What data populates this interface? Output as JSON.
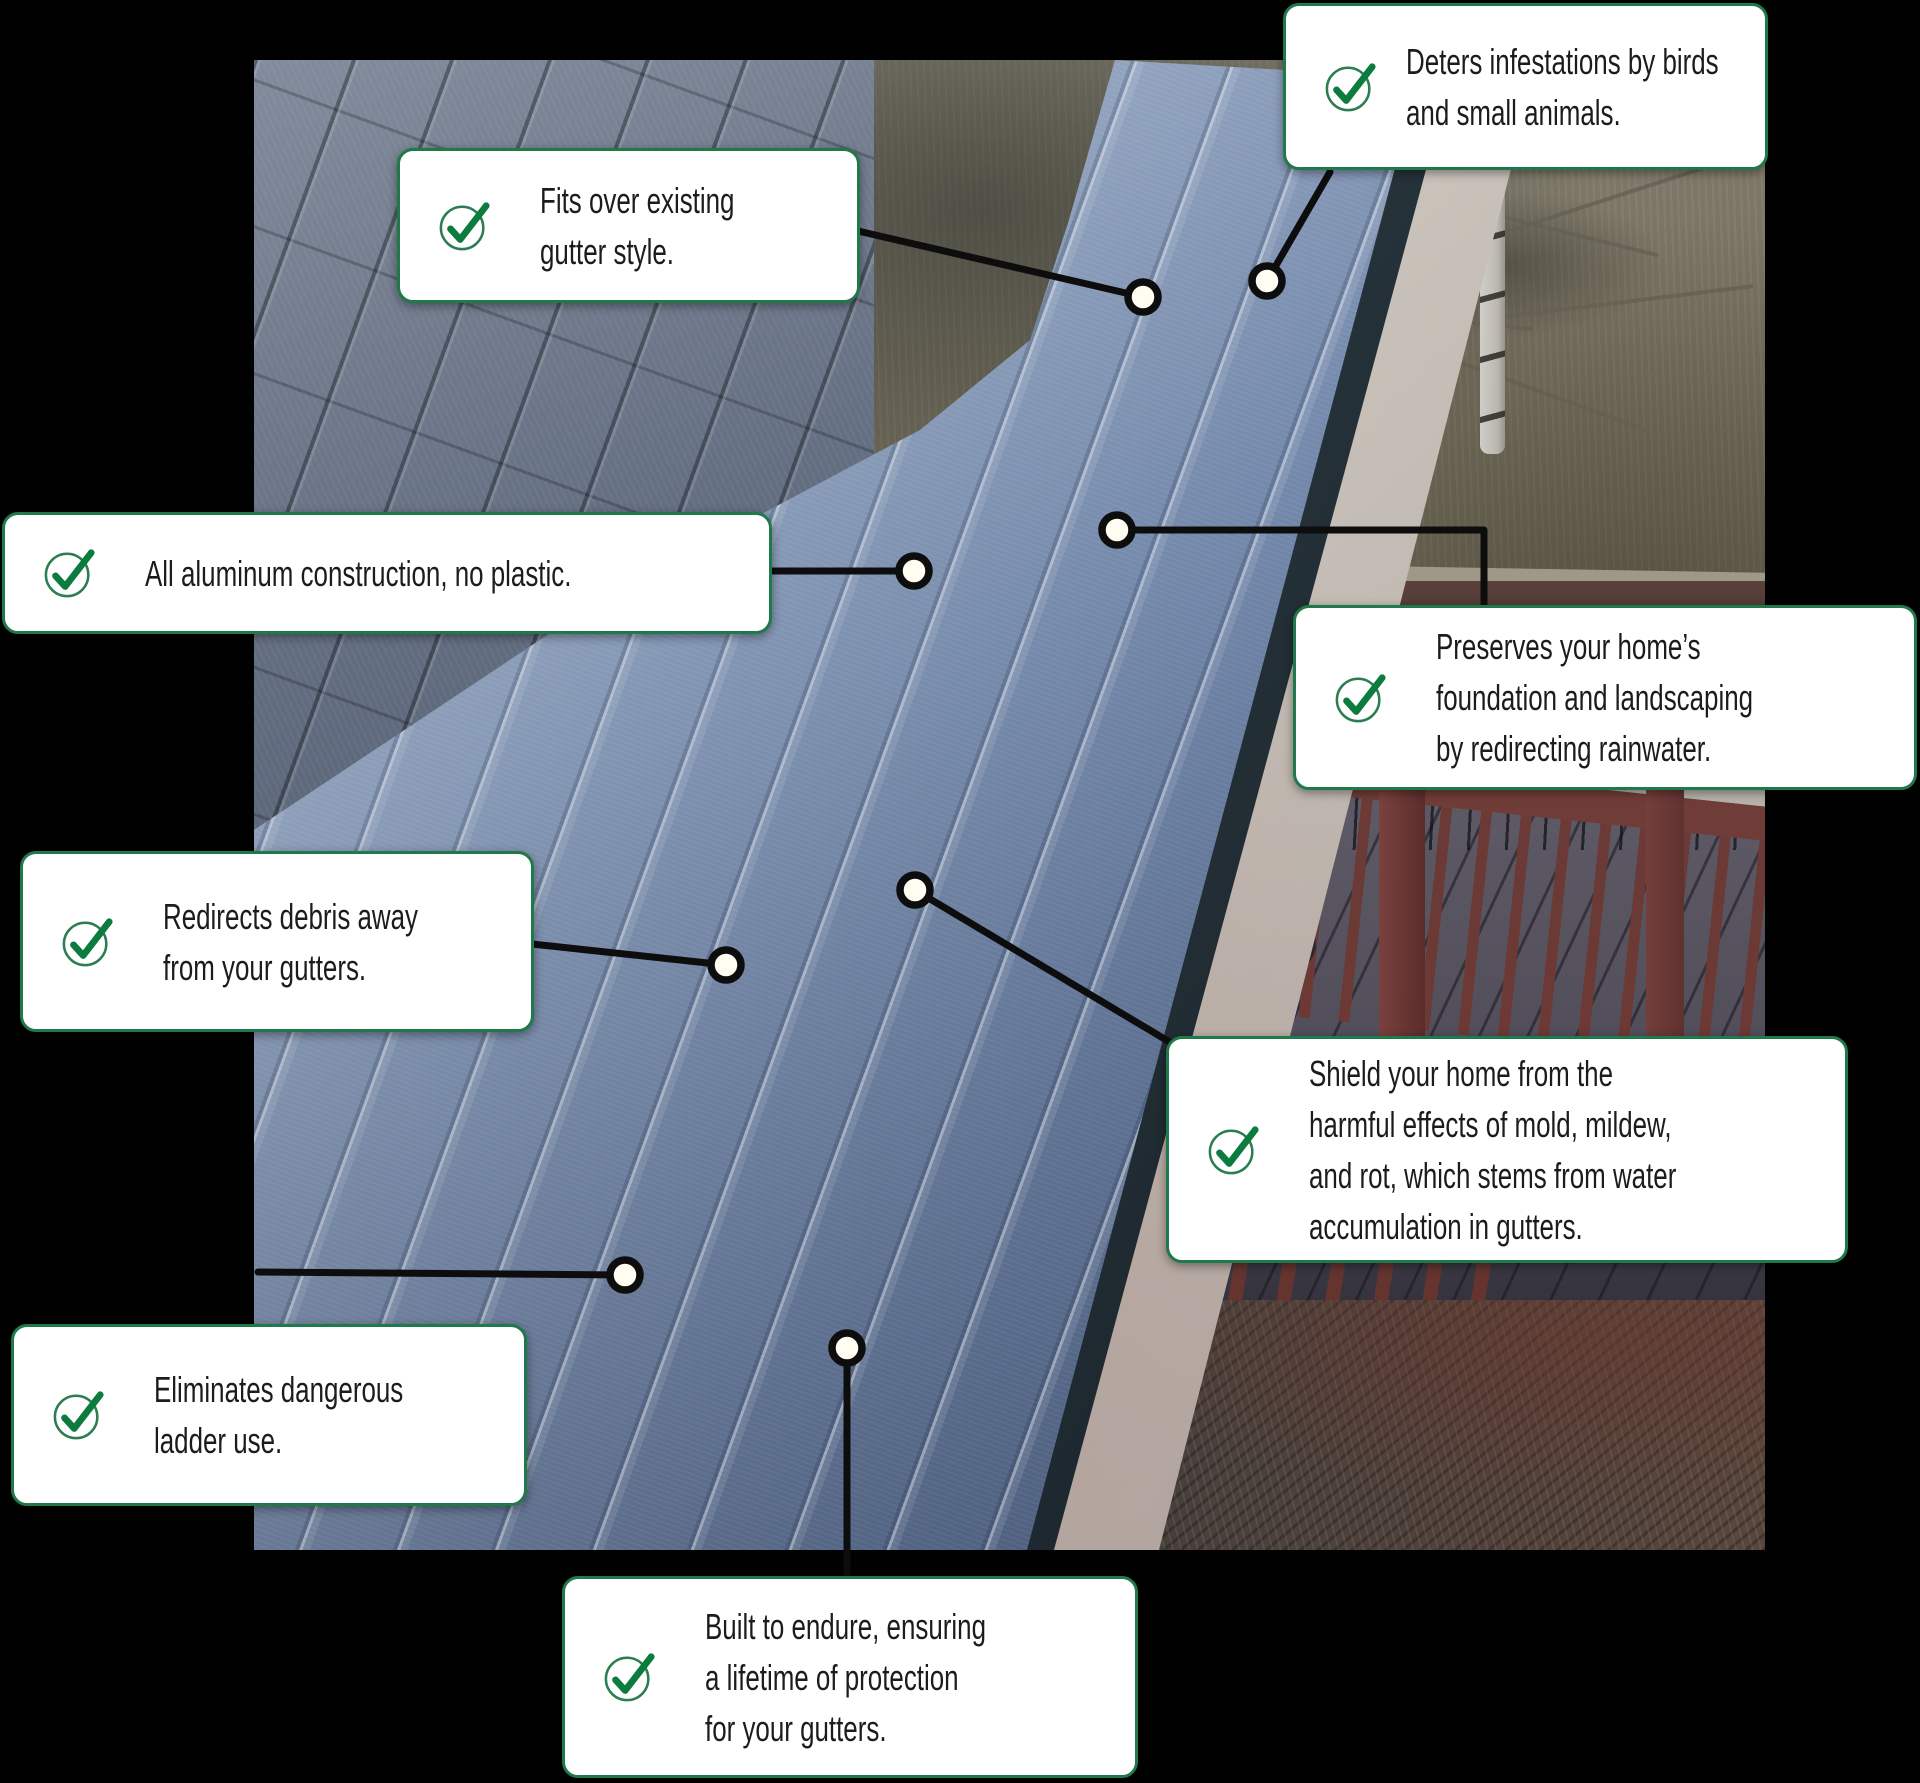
{
  "colors": {
    "background": "#000000",
    "accent_green": "#1f7a47",
    "check_green": "#0b7b3e",
    "box_background": "#ffffff",
    "text": "#1c1c1c",
    "leader_line": "#0d0d0d",
    "dot_fill": "#fffdf2"
  },
  "photo": {
    "alt": "Blue-gray aluminum gutter guard installed along an asphalt shingle roof edge, with a yard and birch tree, a deck with dark red railings and a wicker chair, and mulch ground below"
  },
  "callouts": [
    {
      "id": "deters-infestations",
      "label": "Deters infestations by birds\nand small animals."
    },
    {
      "id": "fits-existing",
      "label": "Fits over existing\ngutter style."
    },
    {
      "id": "all-aluminum",
      "label": "All aluminum construction, no plastic."
    },
    {
      "id": "preserves-foundation",
      "label": "Preserves your home’s\nfoundation and landscaping\nby redirecting rainwater."
    },
    {
      "id": "redirects-debris",
      "label": "Redirects debris away\nfrom your gutters."
    },
    {
      "id": "shield-mold",
      "label": "Shield your home from the\nharmful effects of mold, mildew,\nand rot, which stems from water\naccumulation in gutters."
    },
    {
      "id": "eliminates-ladder",
      "label": "Eliminates dangerous\nladder use."
    },
    {
      "id": "built-to-endure",
      "label": "Built to endure, ensuring\na lifetime of protection\nfor your gutters."
    }
  ]
}
